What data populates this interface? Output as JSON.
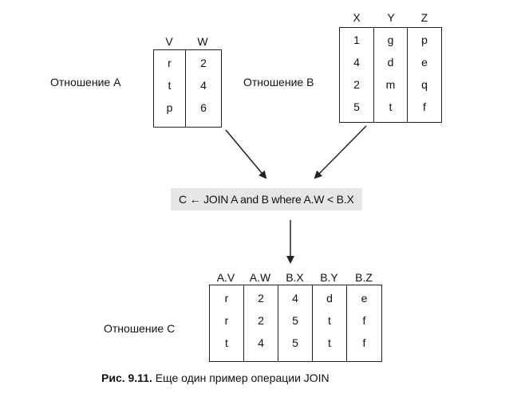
{
  "relation_a": {
    "label": "Отношение A",
    "columns": [
      "V",
      "W"
    ],
    "rows": [
      [
        "r",
        "2"
      ],
      [
        "t",
        "4"
      ],
      [
        "p",
        "6"
      ]
    ]
  },
  "relation_b": {
    "label": "Отношение B",
    "columns": [
      "X",
      "Y",
      "Z"
    ],
    "rows": [
      [
        "1",
        "g",
        "p"
      ],
      [
        "4",
        "d",
        "e"
      ],
      [
        "2",
        "m",
        "q"
      ],
      [
        "5",
        "t",
        "f"
      ]
    ]
  },
  "formula": "C ← JOIN A and B where A.W < B.X",
  "relation_c": {
    "label": "Отношение C",
    "columns": [
      "A.V",
      "A.W",
      "B.X",
      "B.Y",
      "B.Z"
    ],
    "rows": [
      [
        "r",
        "2",
        "4",
        "d",
        "e"
      ],
      [
        "r",
        "2",
        "5",
        "t",
        "f"
      ],
      [
        "t",
        "4",
        "5",
        "t",
        "f"
      ]
    ]
  },
  "caption": {
    "prefix": "Рис. 9.11.",
    "text": "Еще один пример операции JOIN"
  }
}
